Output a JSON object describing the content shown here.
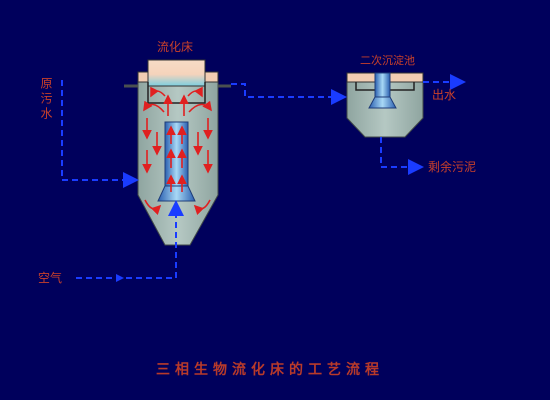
{
  "labels": {
    "reactor": "流化床",
    "inflow": "原污水",
    "air": "空气",
    "settler": "二次沉淀池",
    "effluent": "出水",
    "sludge": "剩余污泥"
  },
  "title": "三相生物流化床的工艺流程",
  "colors": {
    "background": "#00005c",
    "flow_line": "#1a3cff",
    "circulation_arrow": "#e02020",
    "label_text": "#c8402a",
    "vessel": "#a3b8b3",
    "head": "#f5d3bb",
    "draft_tube": "#3f7fd0"
  },
  "icons": [
    "red-circulation-arrow",
    "blue-dashed-flow-arrow"
  ]
}
